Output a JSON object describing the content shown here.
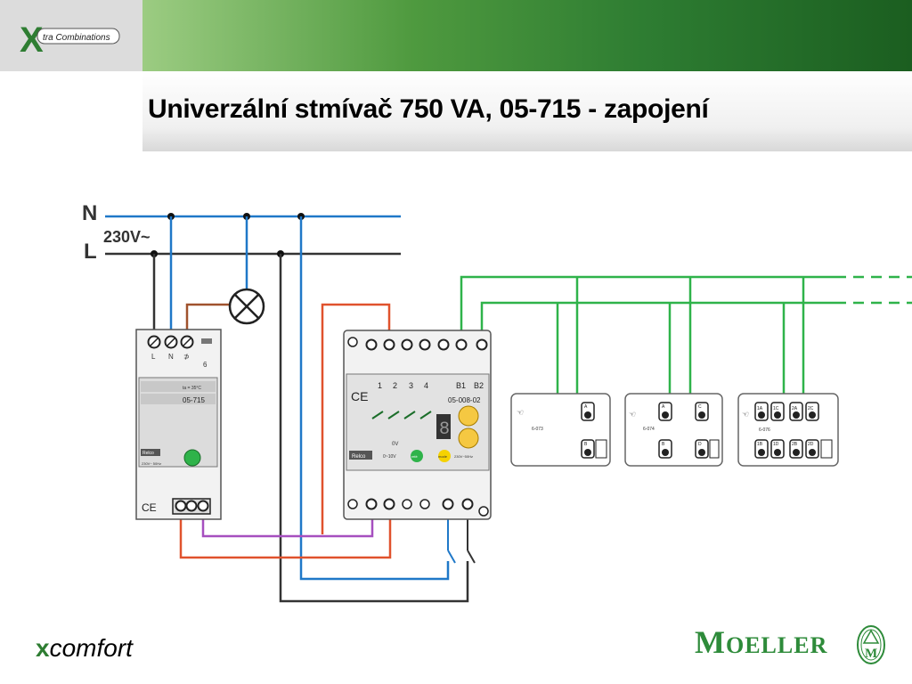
{
  "header": {
    "logo_text": "tra Combinations",
    "title": "Univerzální stmívač 750 VA, 05-715 - zapojení"
  },
  "colors": {
    "header_green": "#2e7d32",
    "wire_blue": "#1f78c8",
    "wire_black": "#333333",
    "wire_red": "#e0522d",
    "wire_purple": "#a64fbf",
    "bus_green": "#2fb34a",
    "moeller_green": "#2e8b3a"
  },
  "diagram": {
    "n_label": "N",
    "l_label": "L",
    "voltage_label": "230V~",
    "dimmer": {
      "terminal_labels": [
        "L",
        "N",
        "⊅"
      ],
      "terminal_number": "6",
      "warn_text": "ta = 35°C",
      "model": "05-715",
      "brand": "Relco",
      "rating": "230V~ 50Hz",
      "ce": "CE"
    },
    "controller": {
      "ce": "CE",
      "channels": [
        "1",
        "2",
        "3",
        "4"
      ],
      "b_labels": [
        "B1",
        "B2"
      ],
      "model": "05-008-02",
      "ov_label": "0V",
      "brand": "Relco",
      "range_label": "0~10V",
      "btn_green": "relè",
      "btn_yellow": "mode",
      "supply_label": "230V~50Hz"
    },
    "push_button_1": {
      "icon": "push-button-icon",
      "code": "6-073",
      "contacts": [
        "A",
        "B"
      ]
    },
    "push_button_2": {
      "icon": "push-button-icon",
      "code": "6-074",
      "contacts": [
        "A",
        "C",
        "B",
        "D"
      ]
    },
    "push_button_3": {
      "icon": "push-button-icon",
      "code": "6-076",
      "contacts_top": [
        "1A",
        "1C",
        "2A",
        "2C"
      ],
      "contacts_bottom": [
        "1B",
        "1D",
        "2B",
        "2D"
      ]
    }
  },
  "footer": {
    "xcomfort_x": "x",
    "xcomfort_text": "comfort",
    "moeller_M": "M",
    "moeller_rest": "OELLER",
    "emblem_text": "M"
  }
}
